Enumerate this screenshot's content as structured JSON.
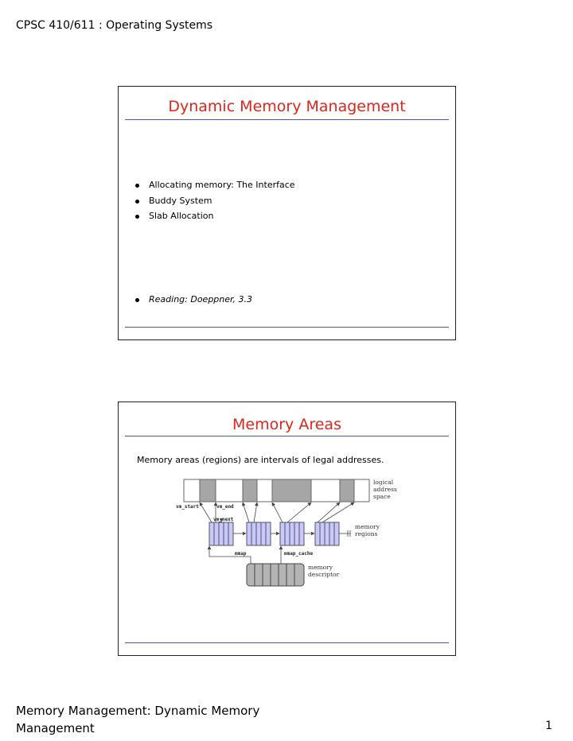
{
  "header": {
    "text": "CPSC 410/611 : Operating Systems"
  },
  "slides": [
    {
      "title": "Dynamic Memory Management",
      "bullets": [
        "Allocating memory: The Interface",
        "Buddy System",
        "Slab Allocation"
      ],
      "reading": "Reading: Doeppner, 3.3"
    },
    {
      "title": "Memory Areas",
      "text": "Memory areas (regions) are intervals of legal addresses.",
      "diagram": {
        "labels": {
          "logical_address_space": [
            "logical",
            "address",
            "space"
          ],
          "memory_regions": [
            "memory",
            "regions"
          ],
          "memory_descriptor": [
            "memory",
            "descriptor"
          ],
          "vm_start": "vm_start",
          "vm_end": "vm_end",
          "vm_next": "vm_next",
          "mmap": "mmap",
          "mmap_cache": "mmap_cache"
        },
        "colors": {
          "region_fill": "#c8c8ff",
          "shaded_fill": "#a6a6a6",
          "descriptor_fill": "#b4b4b4"
        }
      }
    }
  ],
  "footer": {
    "text": "Memory Management: Dynamic Memory Management",
    "page": "1"
  }
}
